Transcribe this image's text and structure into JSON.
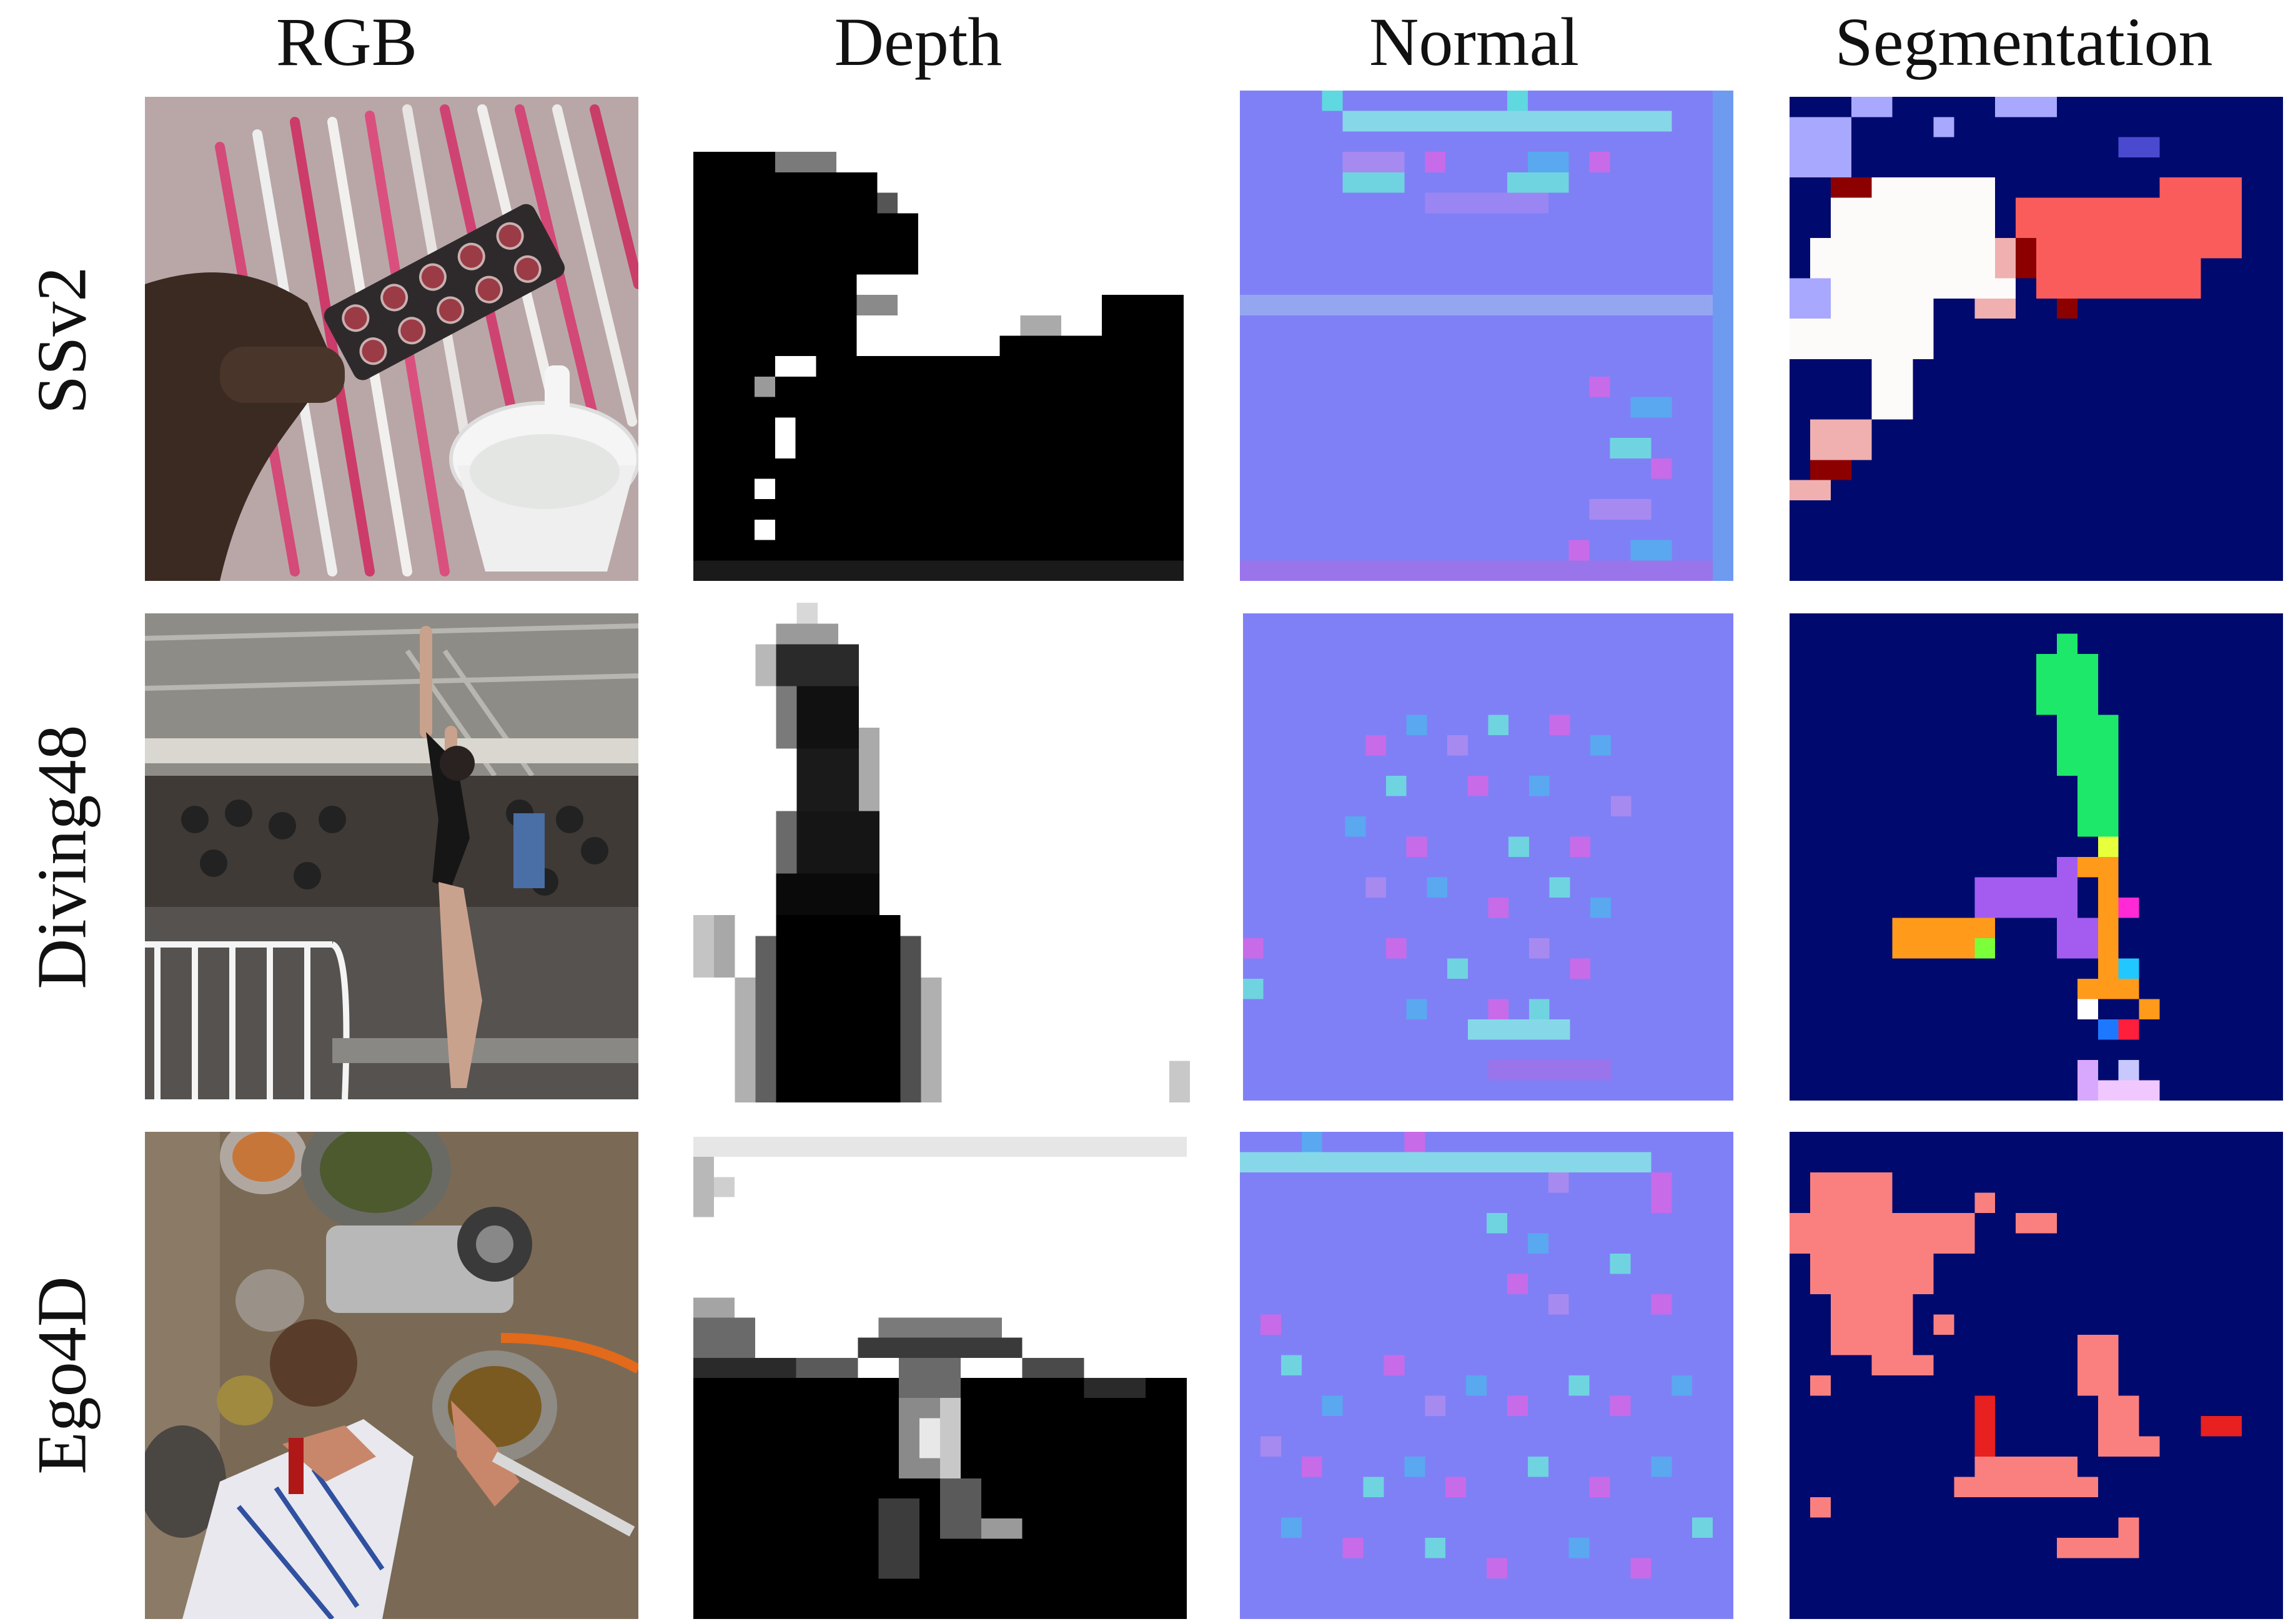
{
  "columns": [
    {
      "label": "RGB"
    },
    {
      "label": "Depth"
    },
    {
      "label": "Normal"
    },
    {
      "label": "Segmentation"
    }
  ],
  "rows": [
    {
      "label": "SSv2"
    },
    {
      "label": "Diving48"
    },
    {
      "label": "Ego4D"
    }
  ],
  "colors": {
    "normal_base": "#8080f6",
    "segmentation_background": "#000a6e",
    "depth_near": "#000000",
    "depth_far": "#ffffff"
  }
}
